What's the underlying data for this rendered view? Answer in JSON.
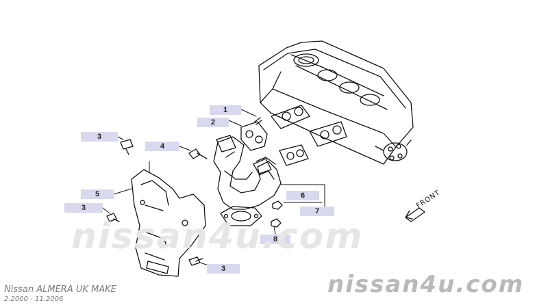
{
  "callouts": [
    {
      "id": "c1",
      "label": "1"
    },
    {
      "id": "c2",
      "label": "2"
    },
    {
      "id": "c3a",
      "label": "3"
    },
    {
      "id": "c4",
      "label": "4"
    },
    {
      "id": "c5",
      "label": "5"
    },
    {
      "id": "c3b",
      "label": "3"
    },
    {
      "id": "c6",
      "label": "6"
    },
    {
      "id": "c7",
      "label": "7"
    },
    {
      "id": "c8",
      "label": "8"
    },
    {
      "id": "c3c",
      "label": "3"
    }
  ],
  "direction_label": "FRONT",
  "watermark_center": "nissan4u.com",
  "watermark_corner": "nissan4u.com",
  "model_title": "Nissan ALMERA UK MAKE",
  "model_period": "2.2000 - 11.2006",
  "colors": {
    "callout_bg": "#d8d8ee",
    "line": "#111111",
    "watermark": "#e6e6e6",
    "caption": "#7a7a7a"
  }
}
